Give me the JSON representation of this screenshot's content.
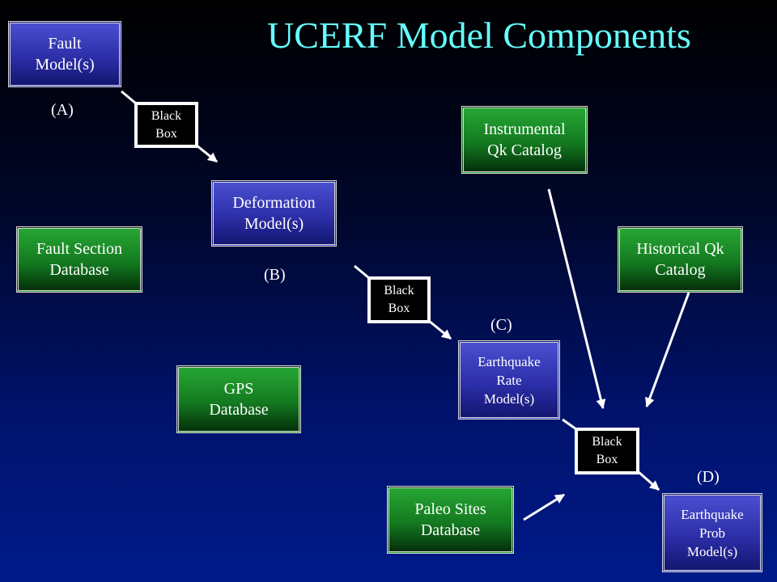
{
  "title": "UCERF Model Components",
  "boxes": {
    "fault_models": "Fault\nModel(s)",
    "deformation_models": "Deformation\nModel(s)",
    "fault_section_db": "Fault Section\nDatabase",
    "gps_db": "GPS\nDatabase",
    "instrumental_catalog": "Instrumental\nQk Catalog",
    "historical_catalog": "Historical Qk\nCatalog",
    "eq_rate_models": "Earthquake\nRate\nModel(s)",
    "paleo_db": "Paleo Sites\nDatabase",
    "eq_prob_models": "Earthquake\nProb\nModel(s)"
  },
  "black_box": "Black\nBox",
  "labels": {
    "a": "(A)",
    "b": "(B)",
    "c": "(C)",
    "d": "(D)"
  },
  "colors": {
    "title": "#66ffff",
    "model_box": "#2d2fa8",
    "database_box": "#137a20",
    "arrow": "#ffffff"
  }
}
